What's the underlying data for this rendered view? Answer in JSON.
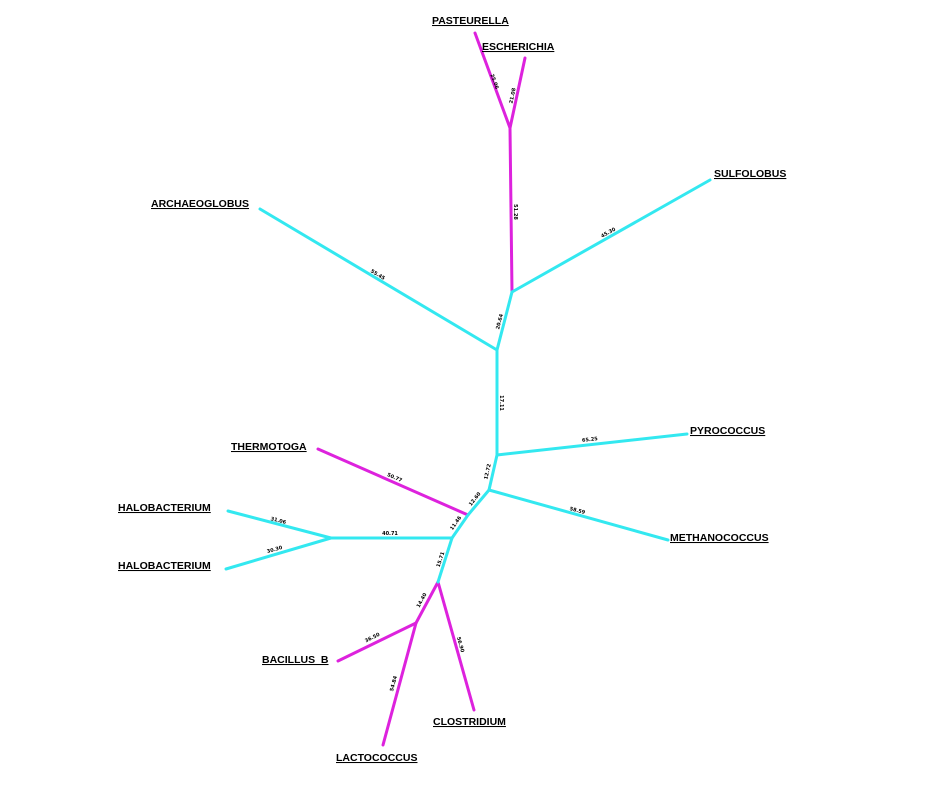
{
  "colors": {
    "archaea_branch": "#33e8f0",
    "bacteria_branch": "#dd22dd",
    "label_text": "#000000",
    "background": "#ffffff"
  },
  "taxa": {
    "pasteurella": "PASTEURELLA",
    "escherichia": "ESCHERICHIA",
    "sulfolobus": "SULFOLOBUS",
    "archaeoglobus": "ARCHAEOGLOBUS",
    "pyrococcus": "PYROCOCCUS",
    "thermotoga": "THERMOTOGA",
    "halobacterium_1": "HALOBACTERIUM",
    "halobacterium_2": "HALOBACTERIUM",
    "methanococcus": "METHANOCOCCUS",
    "bacillus_b": "BACILLUS_B",
    "clostridium": "CLOSTRIDIUM",
    "lactococcus": "LACTOCOCCUS"
  },
  "branch_lengths": {
    "pasteurella": "25.06",
    "escherichia": "21.08",
    "gammaproteo_stem": "51.28",
    "sulfolobus": "45.30",
    "archaeoglobus": "55.45",
    "stem_upper": "20.64",
    "stem_central": "17.11",
    "pyrococcus": "65.25",
    "stem_lower": "12.72",
    "methanococcus": "58.59",
    "thermotoga": "50.77",
    "stem_thermotoga": "12.60",
    "stem_halo_node": "11.46",
    "halobacterium_1": "31.06",
    "halobacterium_2": "30.30",
    "halo_stem": "40.71",
    "firmicutes_stem": "15.71",
    "bacillus_stem": "14.40",
    "bacillus_b": "36.50",
    "lactococcus": "54.84",
    "clostridium": "56.90"
  }
}
